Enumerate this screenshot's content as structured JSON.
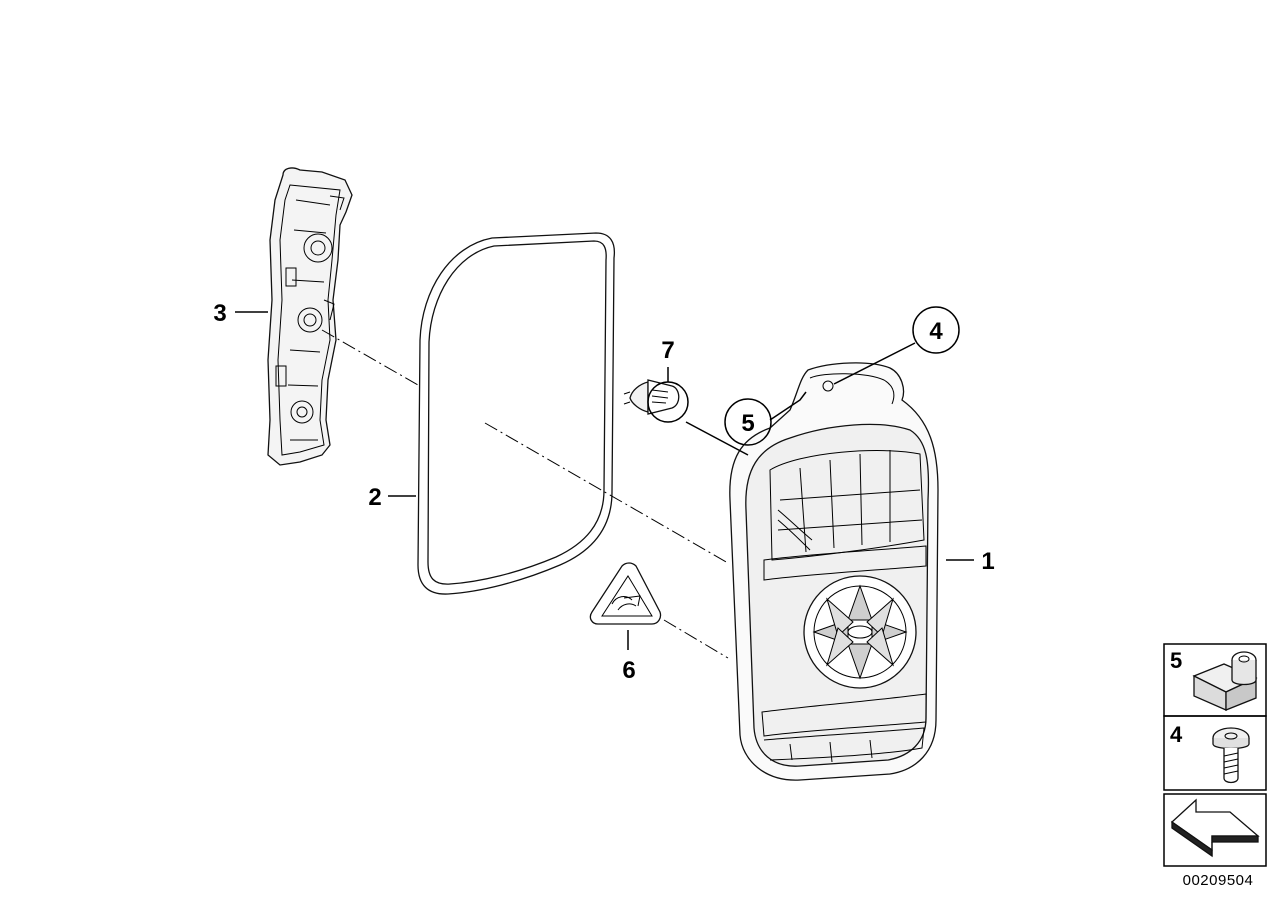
{
  "diagram": {
    "callouts": [
      {
        "id": "c1",
        "label": "1"
      },
      {
        "id": "c2",
        "label": "2"
      },
      {
        "id": "c3",
        "label": "3"
      },
      {
        "id": "c4",
        "label": "4"
      },
      {
        "id": "c5",
        "label": "5"
      },
      {
        "id": "c6",
        "label": "6"
      },
      {
        "id": "c7",
        "label": "7"
      }
    ],
    "legend": [
      {
        "label": "5",
        "icon": "clip-nut-icon"
      },
      {
        "label": "4",
        "icon": "screw-icon"
      },
      {
        "label": "",
        "icon": "direction-arrow-icon"
      }
    ],
    "document_number": "00209504"
  }
}
